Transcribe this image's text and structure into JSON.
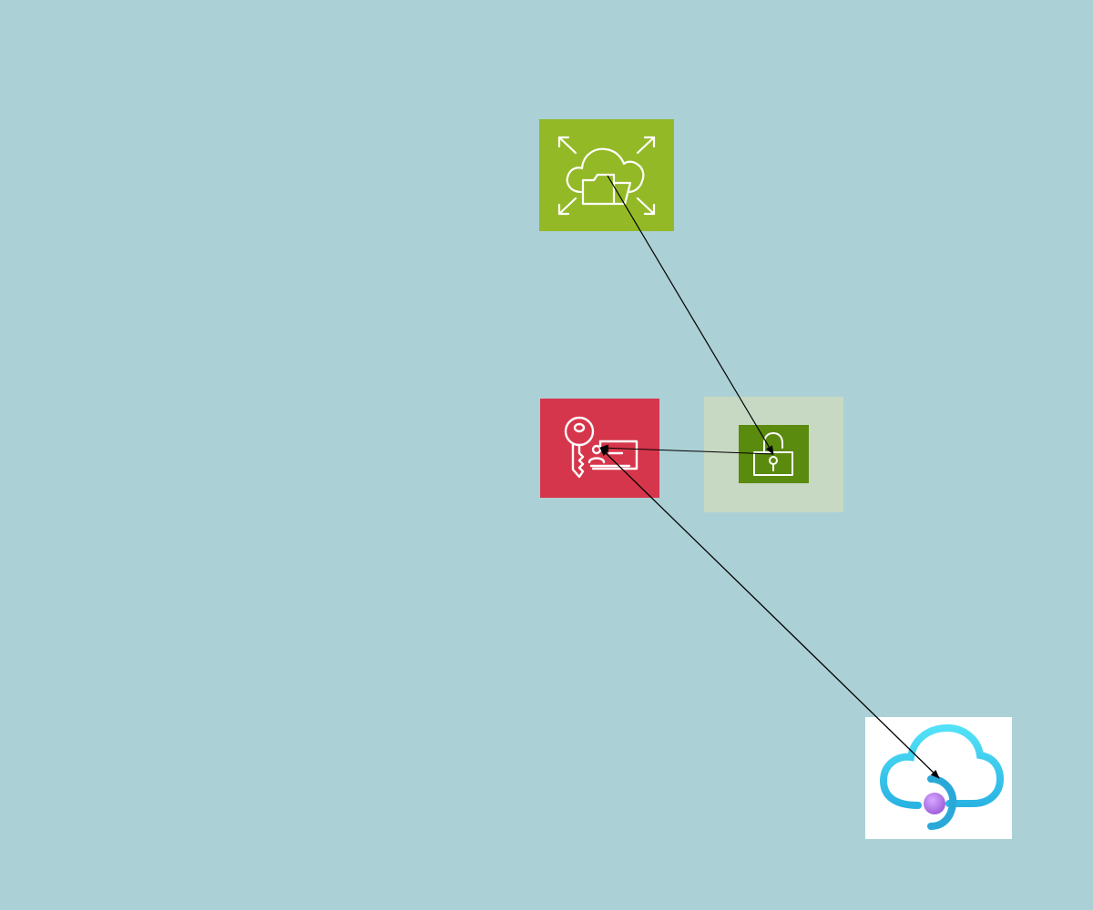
{
  "diagram": {
    "background": "#abd0d6",
    "nodes": [
      {
        "id": "transfer",
        "icon": "cloud-folder-transfer-icon",
        "color": "#93b927"
      },
      {
        "id": "iam",
        "icon": "key-id-card-icon",
        "color": "#d6364b"
      },
      {
        "id": "lock-bg",
        "icon": "container-group",
        "color": "#c7d9c3"
      },
      {
        "id": "lock",
        "icon": "padlock-icon",
        "color": "#5a8a0e"
      },
      {
        "id": "cloud",
        "icon": "cloud-bot-icon",
        "color": "#ffffff",
        "accent": "#3fd0ef",
        "dot": "#b47be6"
      }
    ],
    "edges": [
      {
        "from": "transfer",
        "to": "lock",
        "arrow": "end"
      },
      {
        "from": "lock",
        "to": "iam",
        "arrow": "end"
      },
      {
        "from": "iam",
        "to": "cloud",
        "arrow": "both"
      }
    ]
  }
}
